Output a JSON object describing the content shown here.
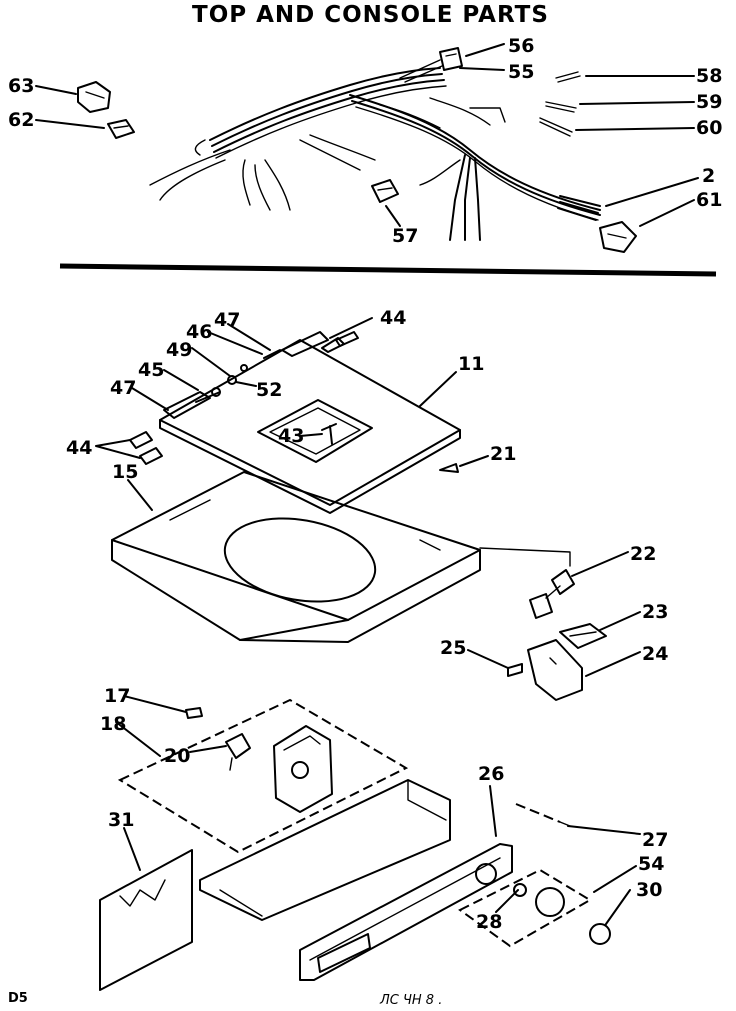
{
  "title": "TOP AND CONSOLE PARTS",
  "footer": {
    "page_code": "D5",
    "smudge_text": "ЛС  ЧН   8   ."
  },
  "callouts": [
    {
      "id": "c56",
      "text": "56"
    },
    {
      "id": "c55",
      "text": "55"
    },
    {
      "id": "c63",
      "text": "63"
    },
    {
      "id": "c62",
      "text": "62"
    },
    {
      "id": "c58",
      "text": "58"
    },
    {
      "id": "c59",
      "text": "59"
    },
    {
      "id": "c60",
      "text": "60"
    },
    {
      "id": "c2",
      "text": "2"
    },
    {
      "id": "c61",
      "text": "61"
    },
    {
      "id": "c57",
      "text": "57"
    },
    {
      "id": "c47a",
      "text": "47"
    },
    {
      "id": "c44a",
      "text": "44"
    },
    {
      "id": "c46",
      "text": "46"
    },
    {
      "id": "c49",
      "text": "49"
    },
    {
      "id": "c11",
      "text": "11"
    },
    {
      "id": "c45",
      "text": "45"
    },
    {
      "id": "c52",
      "text": "52"
    },
    {
      "id": "c47b",
      "text": "47"
    },
    {
      "id": "c43",
      "text": "43"
    },
    {
      "id": "c21",
      "text": "21"
    },
    {
      "id": "c44b",
      "text": "44"
    },
    {
      "id": "c15",
      "text": "15"
    },
    {
      "id": "c22",
      "text": "22"
    },
    {
      "id": "c23",
      "text": "23"
    },
    {
      "id": "c25",
      "text": "25"
    },
    {
      "id": "c24",
      "text": "24"
    },
    {
      "id": "c17",
      "text": "17"
    },
    {
      "id": "c18",
      "text": "18"
    },
    {
      "id": "c20",
      "text": "20"
    },
    {
      "id": "c26",
      "text": "26"
    },
    {
      "id": "c31",
      "text": "31"
    },
    {
      "id": "c27",
      "text": "27"
    },
    {
      "id": "c54",
      "text": "54"
    },
    {
      "id": "c30",
      "text": "30"
    },
    {
      "id": "c28",
      "text": "28"
    }
  ]
}
